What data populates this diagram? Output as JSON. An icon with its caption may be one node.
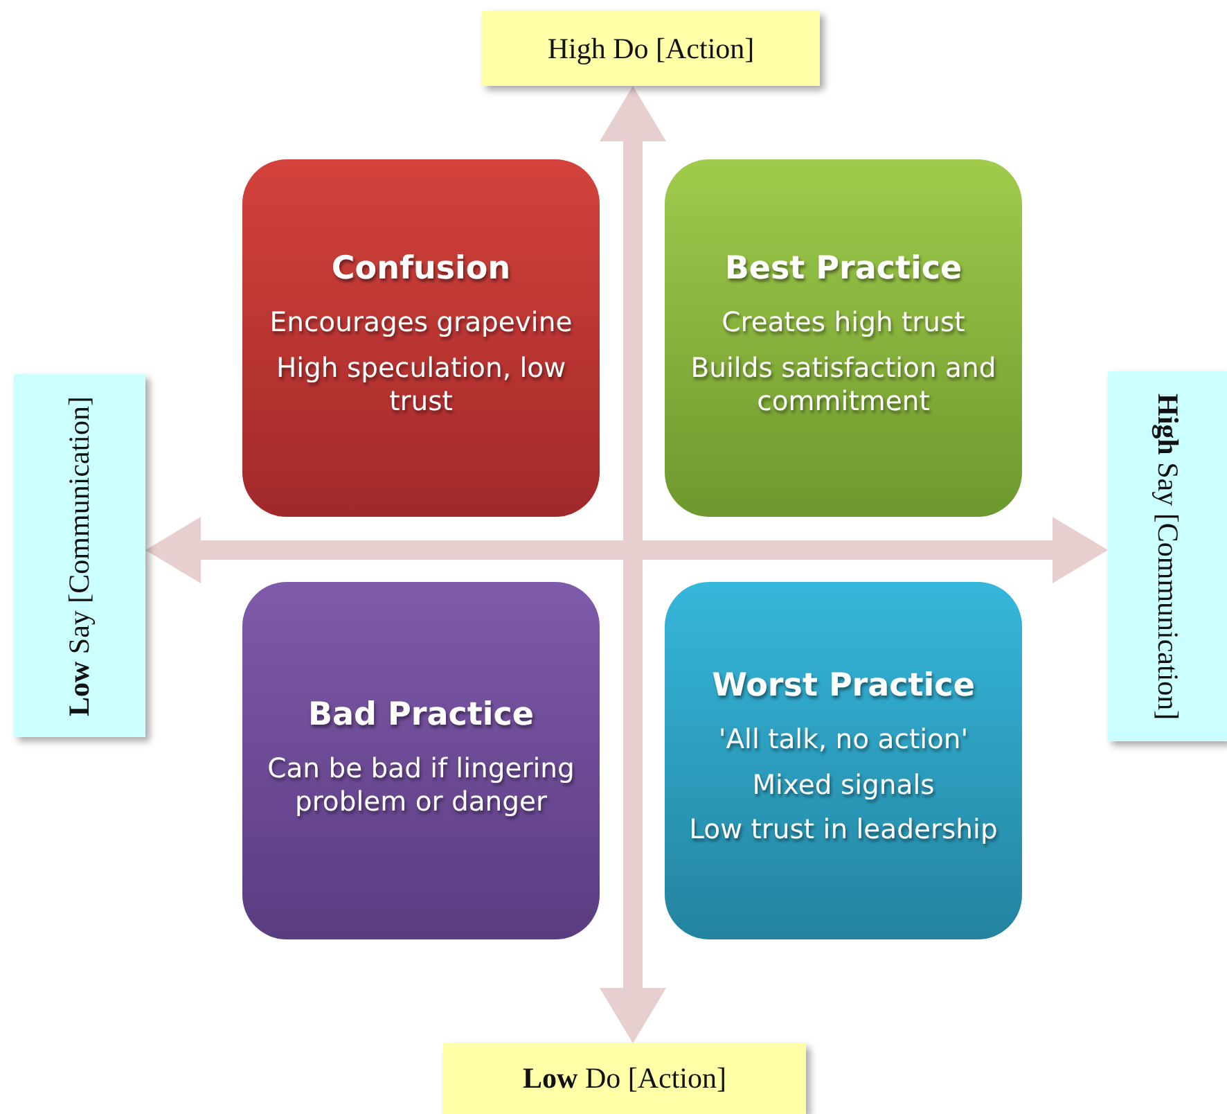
{
  "diagram": {
    "nodes": [
      {
        "text": [
          "High Do [Action]"
        ]
      },
      {
        "text": [
          "Confusion",
          "Encourages grapevine",
          "High speculation, low trust"
        ]
      },
      {
        "text": [
          "Best Practice",
          "Creates high trust",
          "Builds satisfaction and commitment"
        ]
      },
      {
        "text": [
          "**Low** Say [Communication]"
        ]
      },
      {
        "text": [
          "**High** Say [Communication]"
        ]
      },
      {
        "text": [
          "Bad Practice",
          "Can be bad if lingering problem or danger"
        ]
      },
      {
        "text": [
          "Worst Practice",
          "'All talk, no action'",
          "Mixed signals",
          "Low trust in leadership"
        ]
      },
      {
        "text": [
          "**Low** Do [Action]"
        ]
      }
    ],
    "edges": [
      {
        "from": 0,
        "to": 7,
        "arrow": "both"
      },
      {
        "from": 3,
        "to": 4,
        "arrow": "both"
      }
    ]
  }
}
